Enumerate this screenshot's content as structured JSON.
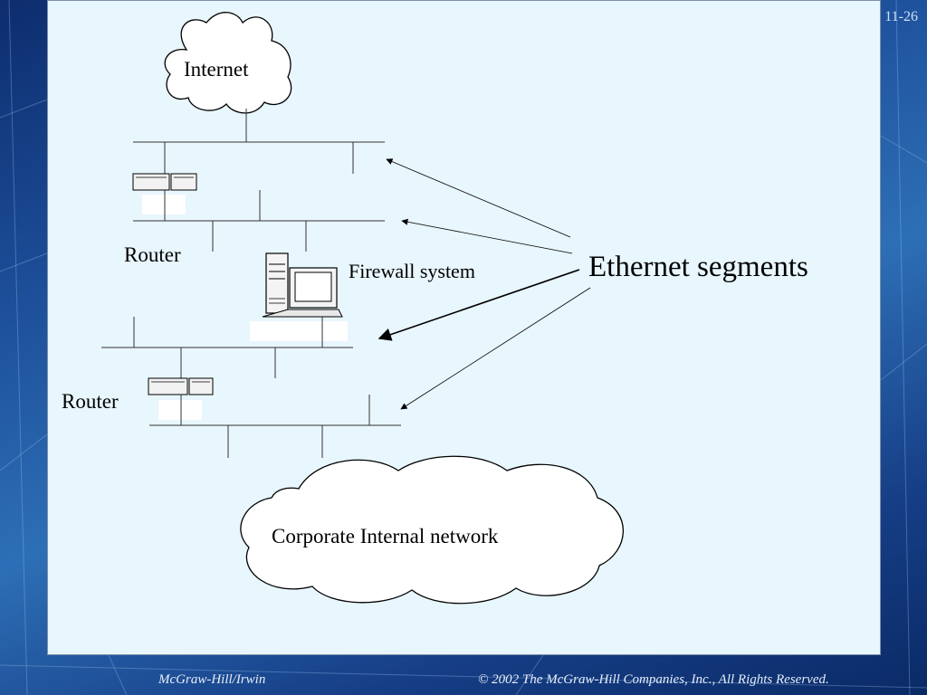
{
  "slide": {
    "number": "11-26",
    "footer_left": "McGraw-Hill/Irwin",
    "footer_right": "© 2002 The McGraw-Hill Companies, Inc., All Rights Reserved."
  },
  "diagram": {
    "internet_label": "Internet",
    "router_top_label": "Router",
    "router_bottom_label": "Router",
    "firewall_label": "Firewall system",
    "ethernet_label": "Ethernet segments",
    "corporate_label": "Corporate Internal network"
  },
  "colors": {
    "panel": "#e8f6fd",
    "background": "#1d4f9a"
  }
}
